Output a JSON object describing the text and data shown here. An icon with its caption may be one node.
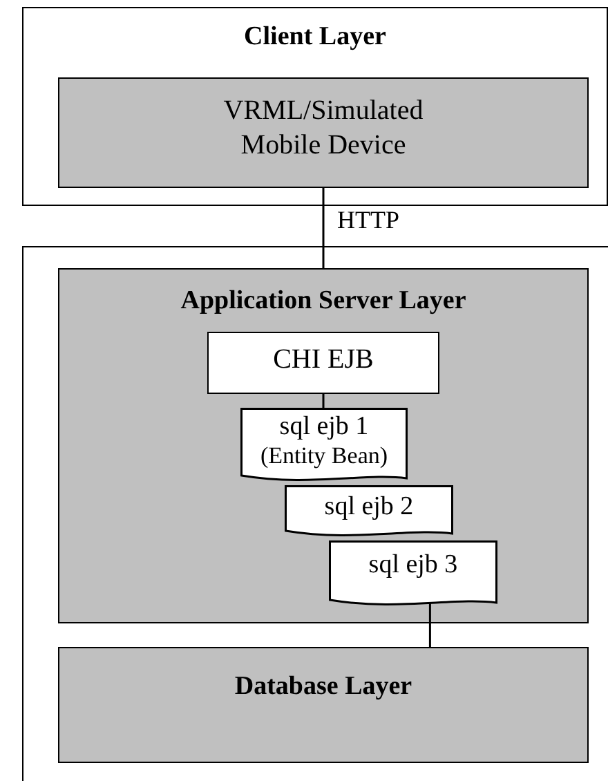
{
  "diagram": {
    "nodes": [
      {
        "text": [
          "Client Layer"
        ]
      },
      {
        "text": [
          "VRML/Simulated Mobile Device"
        ],
        "in": 0
      },
      {
        "text": [],
        "shape": "box"
      },
      {
        "text": [
          "Application Server Layer"
        ],
        "in": 2
      },
      {
        "text": [
          "CHI EJB"
        ],
        "in": 3
      },
      {
        "text": [
          "sql ejb 1",
          "(Entity Bean)"
        ],
        "in": 3
      },
      {
        "text": [
          "sql ejb 2"
        ],
        "in": 3
      },
      {
        "text": [
          "sql ejb 3"
        ],
        "in": 3
      },
      {
        "text": [
          "Database Layer"
        ],
        "in": 2
      }
    ],
    "edges": [
      {
        "from": 1,
        "to": 3,
        "arrow": "none",
        "label": "HTTP"
      },
      {
        "from": 4,
        "to": 5,
        "arrow": "none"
      },
      {
        "from": 7,
        "to": 8,
        "arrow": "none"
      }
    ]
  }
}
